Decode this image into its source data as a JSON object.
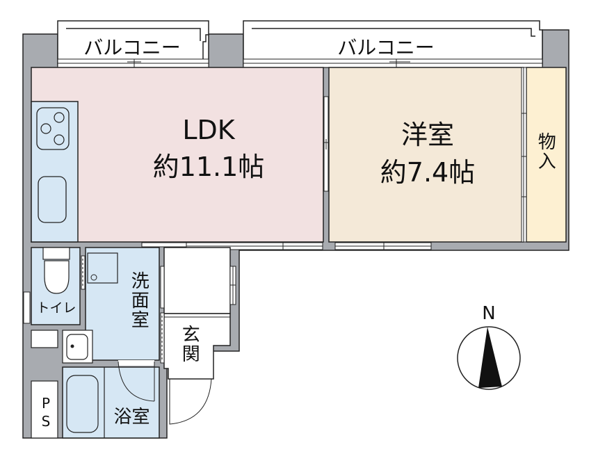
{
  "colors": {
    "wall": "#a8abb0",
    "outline": "#222222",
    "ldk_fill": "#f2e1e1",
    "western_room_fill": "#f4e9d8",
    "closet_fill": "#fdf0d2",
    "wet_area_fill": "#d6e7f4",
    "balcony_fill": "#ffffff",
    "entrance_fill": "#ffffff"
  },
  "balconies": [
    {
      "label": "バルコニー"
    },
    {
      "label": "バルコニー"
    }
  ],
  "rooms": {
    "ldk": {
      "name": "LDK",
      "size": "約11.1帖"
    },
    "western": {
      "name": "洋室",
      "size": "約7.4帖"
    },
    "closet": {
      "name": "物入"
    },
    "toilet": {
      "name": "トイレ"
    },
    "washroom": {
      "name": "洗面室"
    },
    "entrance": {
      "name": "玄関"
    },
    "bathroom": {
      "name": "浴室"
    },
    "ps": {
      "name": "PS"
    }
  },
  "compass": {
    "label": "N"
  }
}
